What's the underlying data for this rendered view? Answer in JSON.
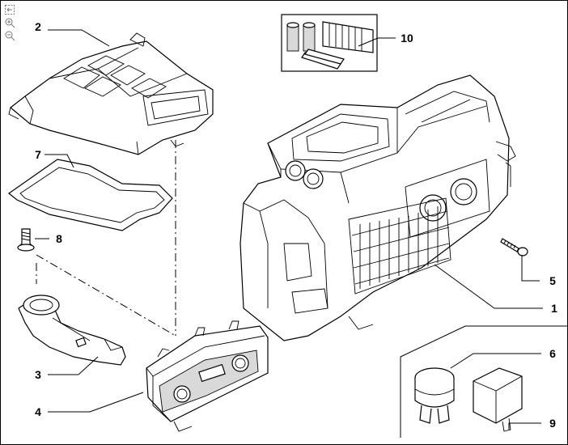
{
  "toolbar": {
    "icons": [
      "fit-view-icon",
      "zoom-in-icon",
      "zoom-out-icon"
    ]
  },
  "callouts": {
    "c1": "1",
    "c2": "2",
    "c3": "3",
    "c4": "4",
    "c5": "5",
    "c6": "6",
    "c7": "7",
    "c8": "8",
    "c9": "9",
    "c10": "10"
  }
}
